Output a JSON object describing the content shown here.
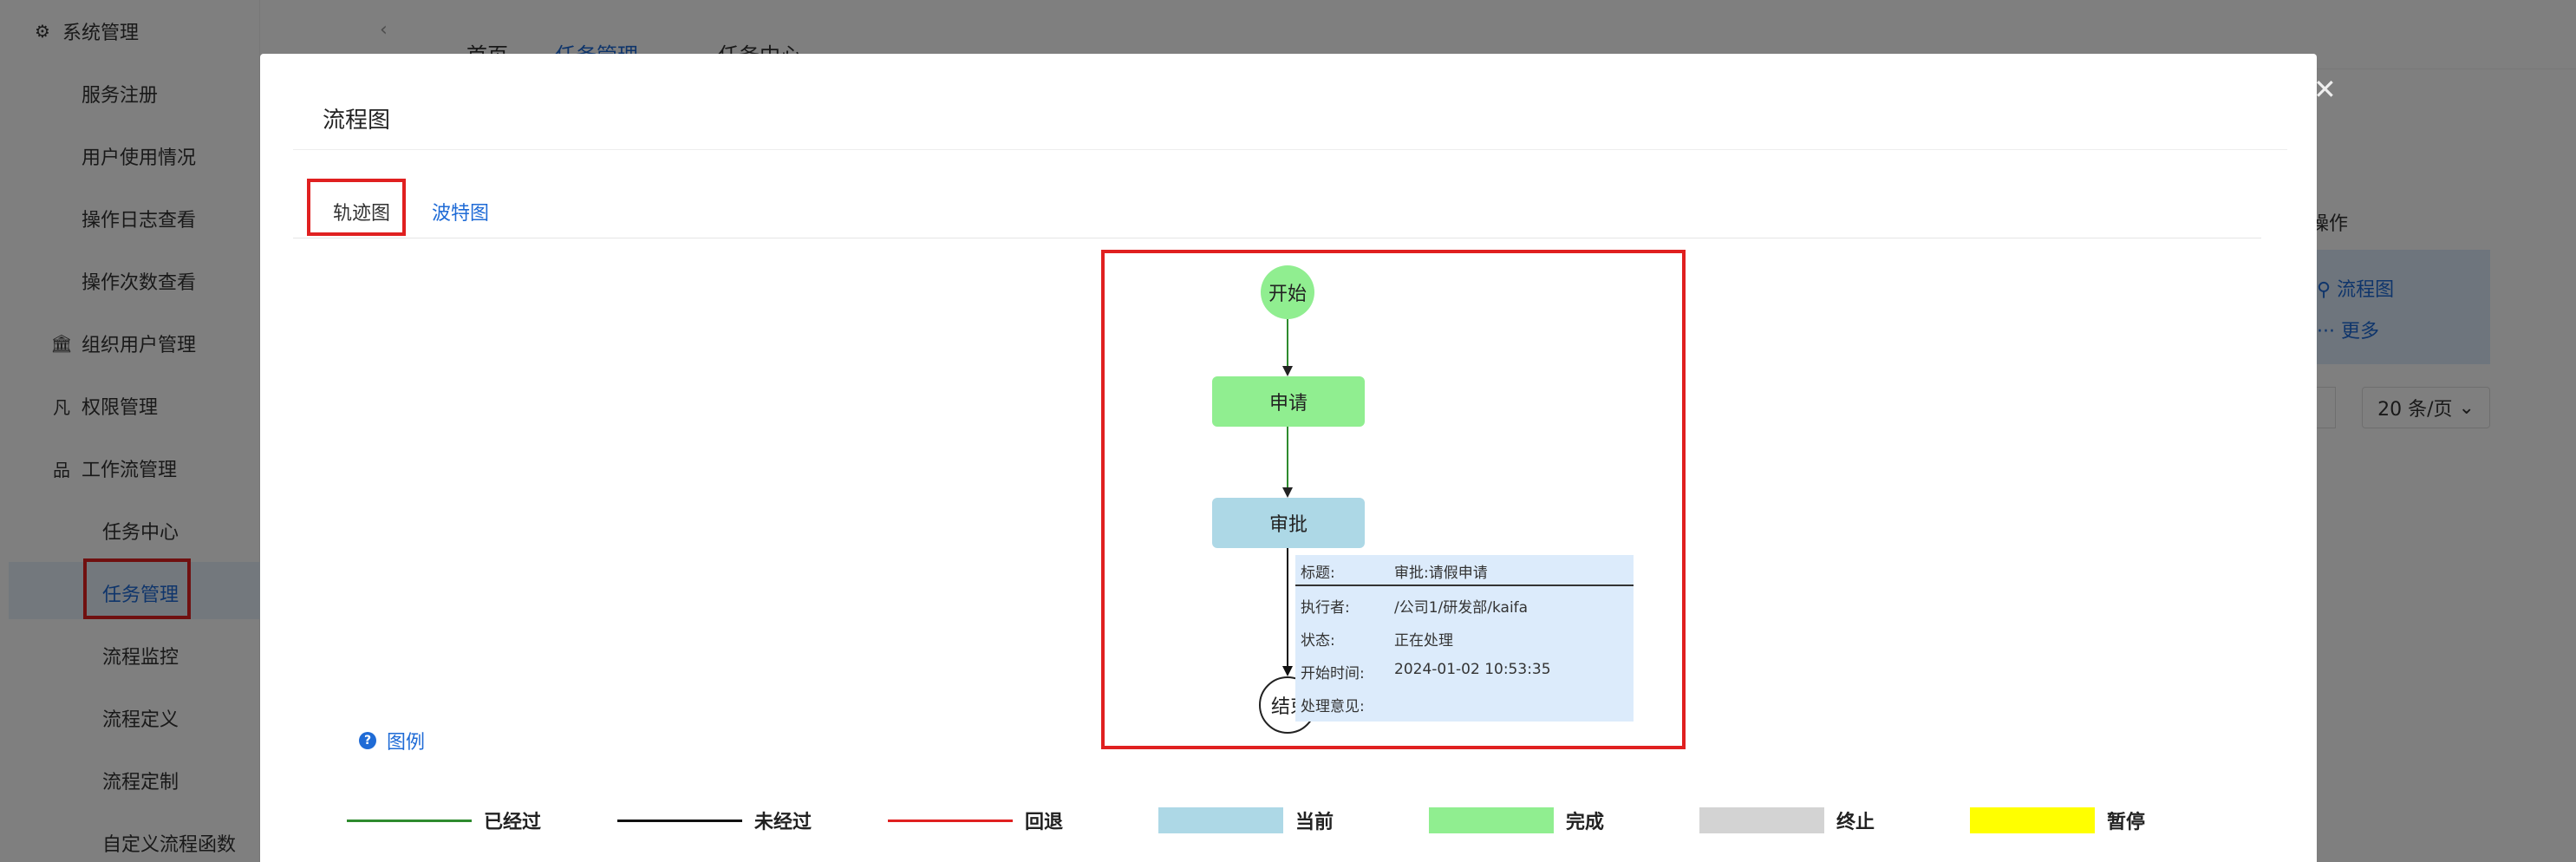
{
  "sidebar": {
    "system_mgmt": "系统管理",
    "items": {
      "service_register": "服务注册",
      "user_usage": "用户使用情况",
      "operation_log": "操作日志查看",
      "operation_count": "操作次数查看",
      "org_user_mgmt": "组织用户管理",
      "permission_mgmt": "权限管理",
      "workflow_mgmt": "工作流管理",
      "task_center": "任务中心",
      "task_mgmt": "任务管理",
      "flow_monitor": "流程监控",
      "flow_definition": "流程定义",
      "flow_custom": "流程定制",
      "custom_flow_func": "自定义流程函数"
    }
  },
  "topbar": {
    "tabs": [
      "首页",
      "任务管理",
      "任务中心"
    ]
  },
  "background": {
    "op_header": "操作",
    "link_flowchart": "流程图",
    "link_more": "更多",
    "page_size": "20 条/页"
  },
  "modal": {
    "title": "流程图",
    "tabs": {
      "track": "轨迹图",
      "gantt": "波特图"
    },
    "diagram": {
      "nodes": {
        "start": "开始",
        "apply": "申请",
        "approve": "审批",
        "end": "结束"
      },
      "tooltip": {
        "title_key": "标题:",
        "title_val": "审批:请假申请",
        "executor_key": "执行者:",
        "executor_val": "/公司1/研发部/kaifa",
        "status_key": "状态:",
        "status_val": "正在处理",
        "start_time_key": "开始时间:",
        "start_time_val": "2024-01-02 10:53:35",
        "opinion_key": "处理意见:",
        "opinion_val": ""
      }
    },
    "legend": {
      "title": "图例",
      "items": [
        {
          "label": "已经过",
          "color": "#2e8b2e",
          "kind": "line"
        },
        {
          "label": "未经过",
          "color": "#111111",
          "kind": "line"
        },
        {
          "label": "回退",
          "color": "#e02020",
          "kind": "line"
        },
        {
          "label": "当前",
          "color": "#add8e6",
          "kind": "block"
        },
        {
          "label": "完成",
          "color": "#90ee90",
          "kind": "block"
        },
        {
          "label": "终止",
          "color": "#d3d3d3",
          "kind": "block"
        },
        {
          "label": "暂停",
          "color": "#ffff00",
          "kind": "block"
        }
      ]
    }
  }
}
